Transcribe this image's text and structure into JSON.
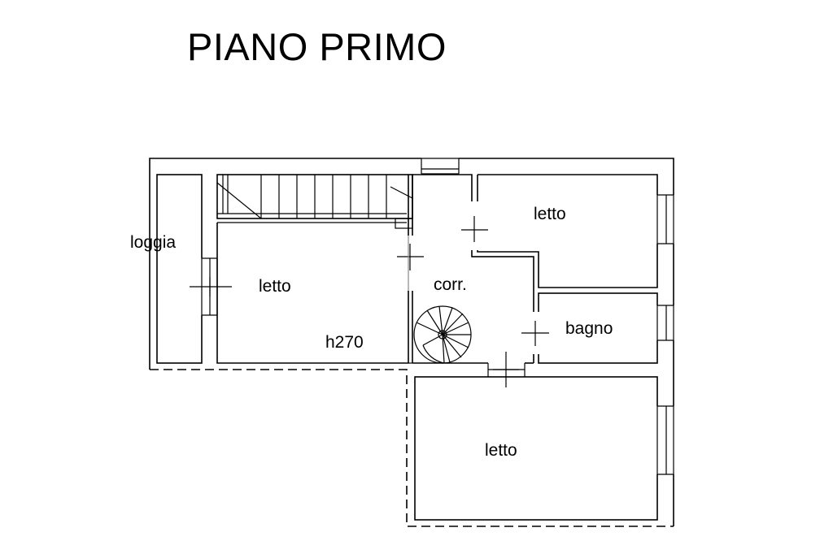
{
  "title": "PIANO PRIMO",
  "rooms": {
    "loggia": "loggia",
    "bedroom_left": "letto",
    "ceiling_height": "h270",
    "corridor": "corr.",
    "bedroom_top_right": "letto",
    "bathroom": "bagno",
    "bedroom_bottom": "letto"
  }
}
